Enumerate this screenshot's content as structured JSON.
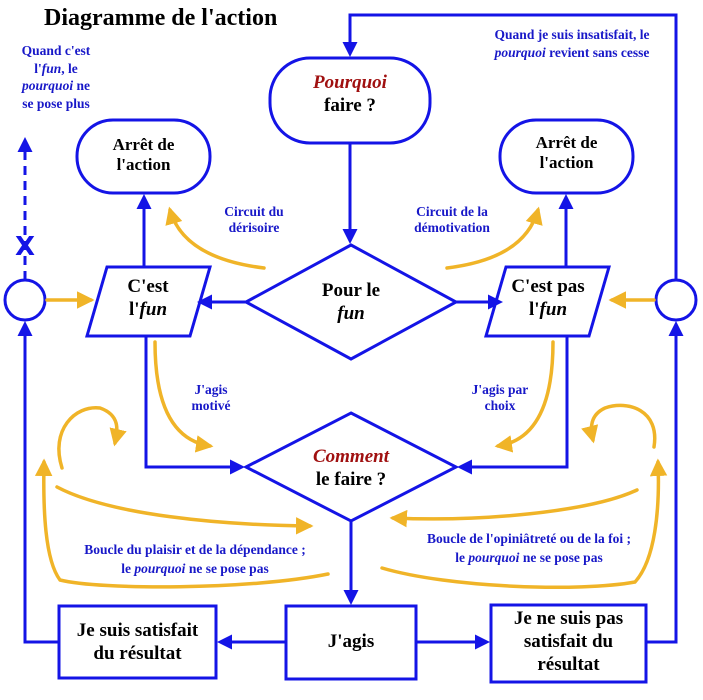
{
  "title": "Diagramme de l'action",
  "nodes": {
    "pourquoi": {
      "line1": "Pourquoi",
      "line2": "faire ?"
    },
    "arret_left": {
      "line1": "Arrêt de",
      "line2": "l'action"
    },
    "arret_right": {
      "line1": "Arrêt de",
      "line2": "l'action"
    },
    "cest_fun": {
      "line1": "C'est",
      "line2a": "l'",
      "line2b": "fun"
    },
    "pour_le_fun": {
      "line1": "Pour le",
      "line2": "fun"
    },
    "cest_pas_fun": {
      "line1": "C'est pas",
      "line2a": "l'",
      "line2b": "fun"
    },
    "comment": {
      "line1": "Comment",
      "line2": "le faire ?"
    },
    "jagis": {
      "label": "J'agis"
    },
    "satisfait": {
      "line1": "Je suis satisfait",
      "line2": "du résultat"
    },
    "insatisfait": {
      "line1": "Je ne suis pas",
      "line2": "satisfait du",
      "line3": "résultat"
    }
  },
  "annotations": {
    "fun_left": {
      "l1": "Quand c'est",
      "l2a": "l'",
      "l2b": "fun",
      "l2c": ", le",
      "l3a": "pourquoi",
      "l3b": " ne",
      "l4": "se pose plus"
    },
    "insatisfait_top": {
      "l1": "Quand je suis insatisfait, le",
      "l2a": "pourquoi",
      "l2b": " revient sans cesse"
    },
    "derisoire": {
      "l1": "Circuit du",
      "l2": "dérisoire"
    },
    "demotivation": {
      "l1": "Circuit de la",
      "l2": "démotivation"
    },
    "motive": {
      "l1": "J'agis",
      "l2": "motivé"
    },
    "choix": {
      "l1": "J'agis par",
      "l2": "choix"
    },
    "plaisir": {
      "l1": "Boucle du plaisir et de la dépendance ;",
      "l2a": "le ",
      "l2b": "pourquoi",
      "l2c": " ne se pose pas"
    },
    "opiniatrete": {
      "l1": "Boucle de l'opiniâtreté ou de la foi ;",
      "l2a": "le ",
      "l2b": "pourquoi",
      "l2c": " ne se pose pas"
    },
    "stop_mark": "X"
  },
  "colors": {
    "blue": "#1414e6",
    "gold": "#f0b428",
    "text_blue": "#1818c8",
    "red": "#a01010"
  }
}
